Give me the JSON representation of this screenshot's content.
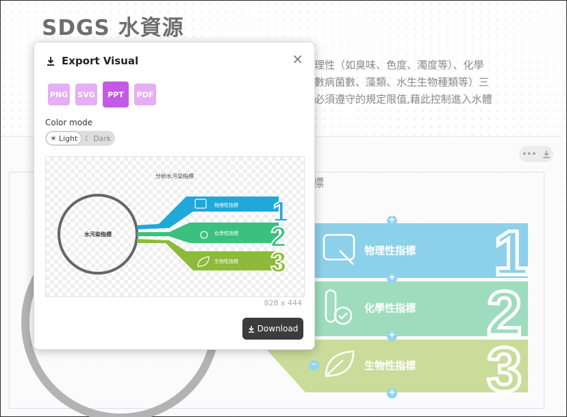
{
  "page": {
    "title": "SDGS 水資源",
    "paragraph_lines": [
      "理性（如臭味、色度、濁度等）、化學",
      "數病菌數、藻類、水生生物種類等）三",
      "必須遵守的規定限值,藉此控制進入水體"
    ]
  },
  "canvas": {
    "heading_fragment": "標",
    "toolbar": {
      "more_icon": "more-dots-icon",
      "download_icon": "download-icon"
    },
    "bars": [
      {
        "label": "物理性指標",
        "number": "1",
        "color": "#8dd0ea"
      },
      {
        "label": "化學性指標",
        "number": "2",
        "color": "#9fdcbd"
      },
      {
        "label": "生物性指標",
        "number": "3",
        "color": "#c9dc9a"
      }
    ]
  },
  "modal": {
    "title": "Export Visual",
    "close_label": "×",
    "formats": [
      {
        "label": "PNG",
        "active": false
      },
      {
        "label": "SVG",
        "active": false
      },
      {
        "label": "PPT",
        "active": true
      },
      {
        "label": "PDF",
        "active": false
      }
    ],
    "color_mode_label": "Color mode",
    "modes": {
      "light": "Light",
      "dark": "Dark"
    },
    "preview": {
      "title": "分析水污染指標",
      "center_label": "水污染指標",
      "items": [
        {
          "label": "物理性指標",
          "number": "1",
          "color": "#1fa9d9"
        },
        {
          "label": "化學性指標",
          "number": "2",
          "color": "#3cc07f"
        },
        {
          "label": "生物性指標",
          "number": "3",
          "color": "#8dba3a"
        }
      ]
    },
    "dimensions": "828 x 444",
    "download_label": "Download"
  },
  "colors": {
    "accent": "#c459e8",
    "accent_light": "#e5aef5",
    "download_bg": "#3c3c3c"
  }
}
